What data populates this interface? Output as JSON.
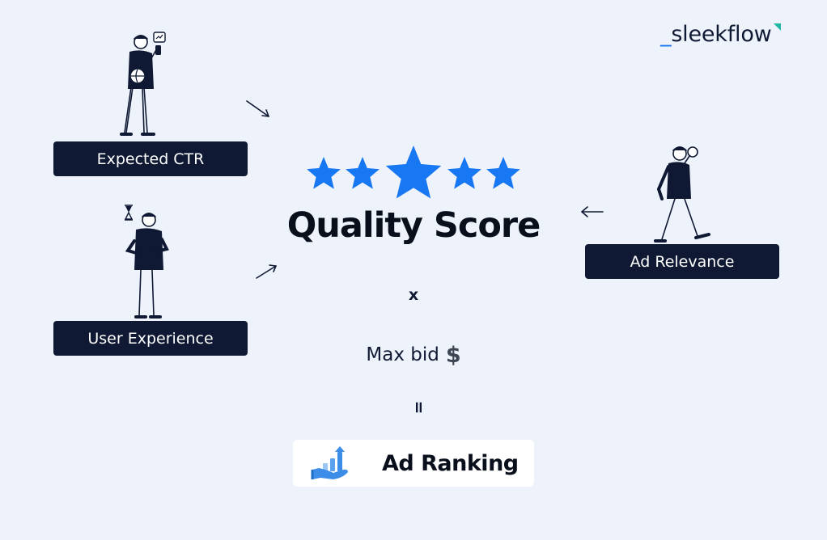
{
  "logo": {
    "underscore": "_",
    "text": "sleekflow"
  },
  "factors": {
    "expected_ctr": "Expected CTR",
    "user_experience": "User Experience",
    "ad_relevance": "Ad Relevance"
  },
  "center": {
    "stars_count": 5,
    "title": "Quality Score",
    "multiply": "x",
    "max_bid": "Max bid",
    "currency_symbol": "$",
    "equals": "="
  },
  "result": {
    "label": "Ad Ranking"
  },
  "colors": {
    "background": "#eef3fb",
    "navy": "#0f1933",
    "star_blue": "#1877f2",
    "accent_teal": "#1fb7a8",
    "icon_blue": "#3b8de8"
  },
  "icons": {
    "ctr_person": "person-holding-phone-icon",
    "ux_person": "person-checking-watch-icon",
    "relevance_person": "person-with-magnifier-icon",
    "ranking": "hand-growth-chart-icon"
  }
}
